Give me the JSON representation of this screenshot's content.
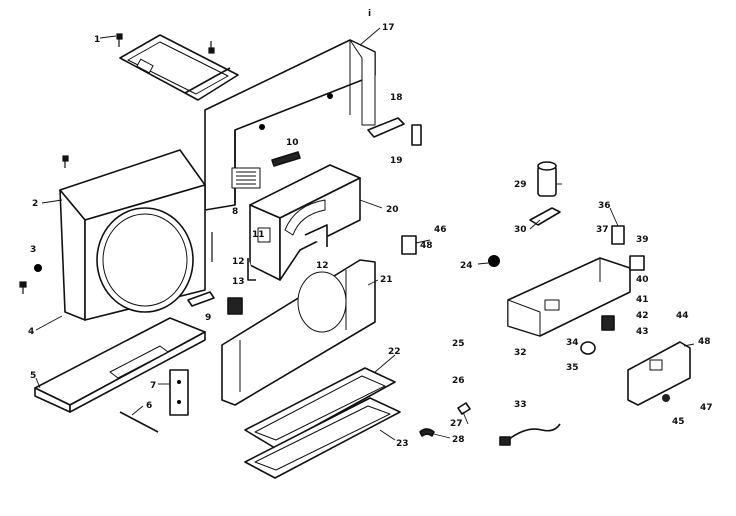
{
  "diagram": {
    "stray_mark": "i",
    "callouts": [
      "1",
      "2",
      "3",
      "4",
      "5",
      "6",
      "7",
      "8",
      "9",
      "10",
      "11",
      "12",
      "12",
      "13",
      "17",
      "18",
      "19",
      "20",
      "21",
      "22",
      "23",
      "24",
      "25",
      "26",
      "27",
      "28",
      "29",
      "30",
      "32",
      "33",
      "34",
      "35",
      "36",
      "37",
      "39",
      "40",
      "41",
      "42",
      "43",
      "44",
      "45",
      "46",
      "47",
      "48",
      "48"
    ]
  },
  "colors": {
    "line": "#111111",
    "background": "#ffffff"
  }
}
